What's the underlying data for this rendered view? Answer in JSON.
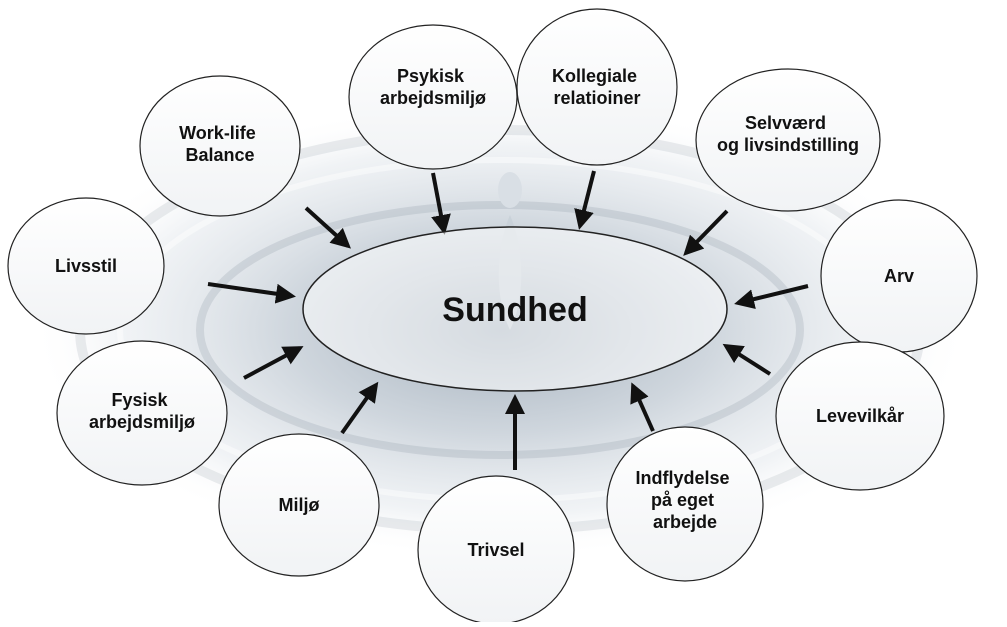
{
  "diagram": {
    "center": {
      "label": "Sundhed"
    },
    "factors": [
      {
        "id": "livsstil",
        "lines": [
          "Livsstil"
        ]
      },
      {
        "id": "work-life-balance",
        "lines": [
          "Work-life",
          "Balance"
        ]
      },
      {
        "id": "psykisk-arbejdsmiljo",
        "lines": [
          "Psykisk",
          "arbejdsmiljø"
        ]
      },
      {
        "id": "kollegiale-relationer",
        "lines": [
          "Kollegiale",
          "relatioiner"
        ]
      },
      {
        "id": "selvvaerd",
        "lines": [
          "Selvværd",
          "og livsindstilling"
        ]
      },
      {
        "id": "arv",
        "lines": [
          "Arv"
        ]
      },
      {
        "id": "levevilkar",
        "lines": [
          "Levevilkår"
        ]
      },
      {
        "id": "indflydelse",
        "lines": [
          "Indflydelse",
          "på eget",
          "arbejde"
        ]
      },
      {
        "id": "trivsel",
        "lines": [
          "Trivsel"
        ]
      },
      {
        "id": "miljo",
        "lines": [
          "Miljø"
        ]
      },
      {
        "id": "fysisk-arbejdsmiljo",
        "lines": [
          "Fysisk",
          "arbejdsmiljø"
        ]
      }
    ],
    "colors": {
      "background": "#ffffff",
      "water": "#b6c1cc",
      "ellipse_fill": "#ffffff",
      "ellipse_stroke": "#222222",
      "arrow": "#111111",
      "text": "#111111"
    }
  }
}
